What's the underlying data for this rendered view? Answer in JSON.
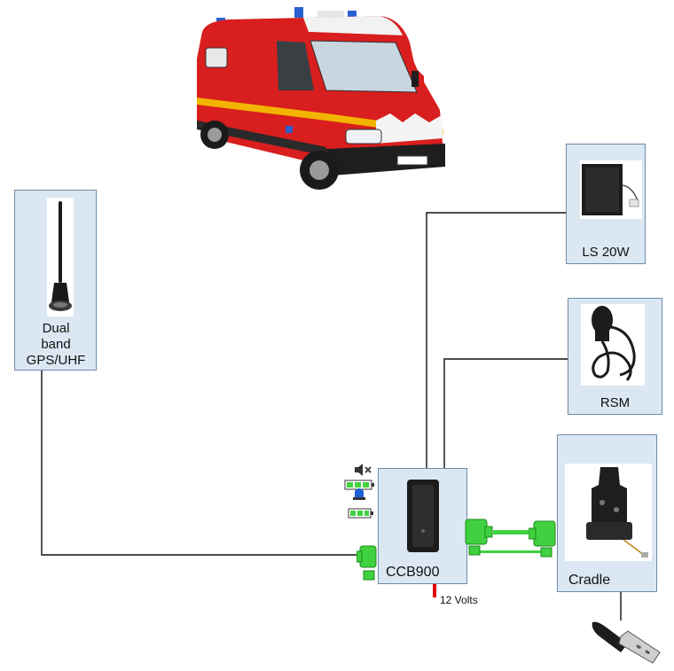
{
  "nodes": {
    "antenna": {
      "label_lines": [
        "Dual",
        "band",
        "GPS/UHF"
      ],
      "icon": "antenna-icon"
    },
    "speaker": {
      "label": "LS 20W",
      "icon": "speaker-icon"
    },
    "rsm": {
      "label": "RSM",
      "icon": "handheld-microphone-icon"
    },
    "cradle": {
      "label": "Cradle",
      "icon": "radio-cradle-icon"
    },
    "ccb": {
      "label": "CCB900",
      "icon": "control-box-icon"
    },
    "power": {
      "label": "12 Volts"
    }
  },
  "vehicle": {
    "icon": "fire-van-icon"
  },
  "usb": {
    "icon": "usb-plug-icon"
  },
  "status_icons": [
    "mute-icon",
    "battery-icon",
    "beacon-icon",
    "battery-icon"
  ],
  "colors": {
    "box_fill": "#dbe8f3",
    "connector_green": "#3fd13f",
    "wire": "#111111",
    "power_red": "#e00000",
    "van_red": "#d81e1e"
  }
}
